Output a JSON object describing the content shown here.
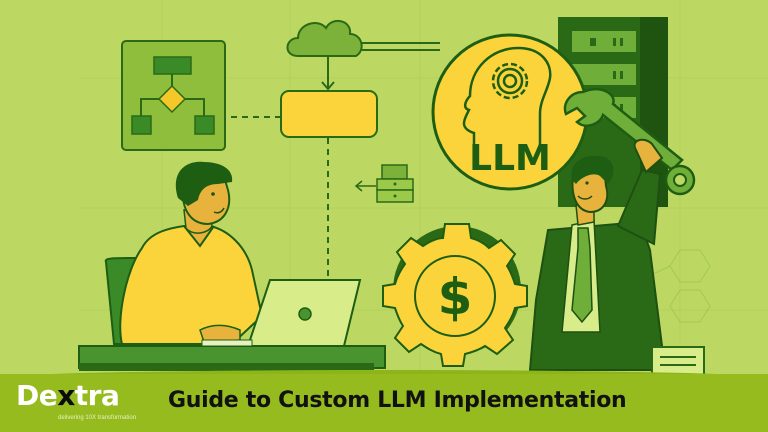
{
  "brand": {
    "logo_prefix": "De",
    "logo_x": "x",
    "logo_suffix": "tra",
    "tagline": "delivering 10X transformation"
  },
  "headline": "Guide to Custom LLM Implementation",
  "illustration": {
    "llm_badge_label": "LLM",
    "coin_symbol": "$",
    "icons": [
      "flowchart-icon",
      "cloud-icon",
      "process-box",
      "llm-head-gear-icon",
      "server-rack-icon",
      "wrench-icon",
      "storage-drawer-icon",
      "dollar-gear-icon",
      "laptop-icon",
      "document-icon"
    ]
  },
  "colors": {
    "background": "#bcd862",
    "banner": "#95bb1f",
    "dark_green": "#1e5e12",
    "mid_green": "#3f8c27",
    "yellow": "#fbd43c",
    "skin": "#e8b33c"
  }
}
